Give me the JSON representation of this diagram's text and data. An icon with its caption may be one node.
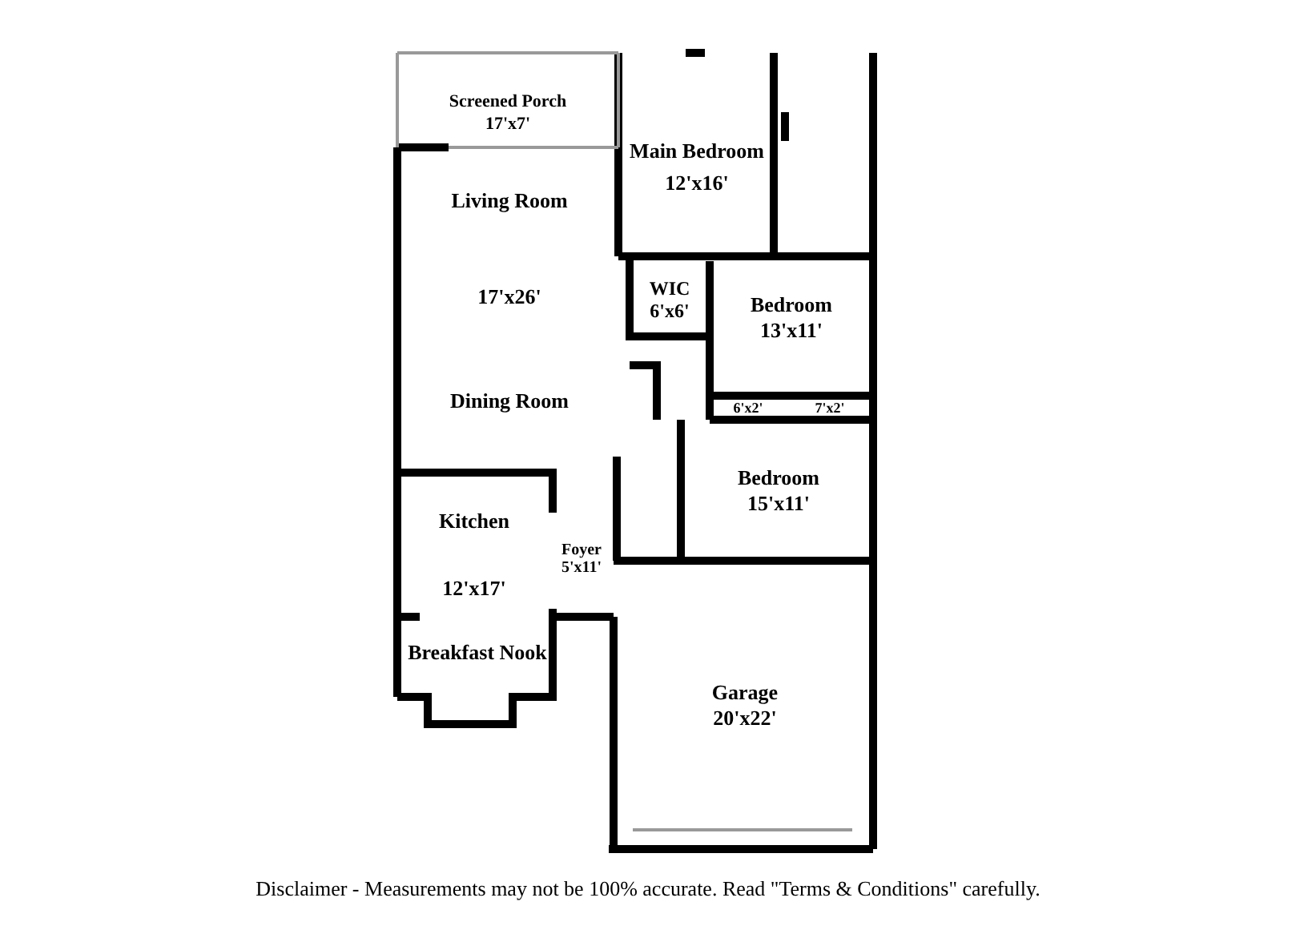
{
  "diagram": {
    "caption": "Disclaimer - Measurements may not be 100% accurate. Read \"Terms & Conditions\" carefully.",
    "nodes": [
      {
        "text": [
          "Screened Porch",
          "17'x7'"
        ]
      },
      {
        "text": [
          "Main Bedroom",
          "12'x16'"
        ]
      },
      {
        "text": [
          "Living Room",
          "17'x26'",
          "Dining Room"
        ]
      },
      {
        "text": [
          "WIC",
          "6'x6'"
        ]
      },
      {
        "text": [
          "Bedroom",
          "13'x11'"
        ]
      },
      {
        "text": [
          "6'x2'"
        ]
      },
      {
        "text": [
          "7'x2'"
        ]
      },
      {
        "text": [
          "Bedroom",
          "15'x11'"
        ]
      },
      {
        "text": [
          "Kitchen",
          "12'x17'"
        ]
      },
      {
        "text": [
          "Foyer",
          "5'x11'"
        ]
      },
      {
        "text": [
          "Breakfast Nook"
        ]
      },
      {
        "text": [
          "Garage",
          "20'x22'"
        ]
      }
    ]
  }
}
